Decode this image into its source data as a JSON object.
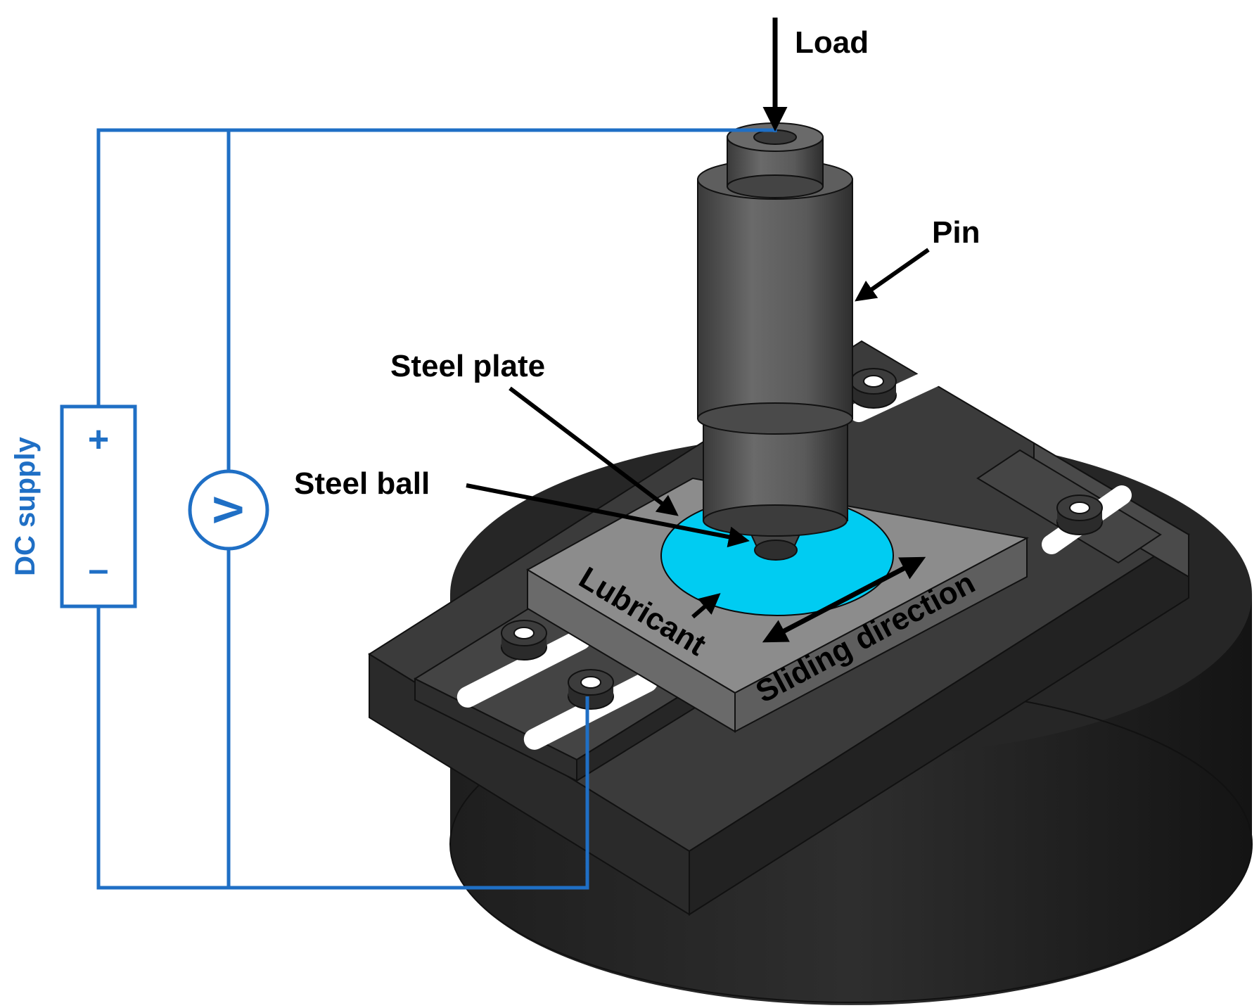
{
  "labels": {
    "load": "Load",
    "pin": "Pin",
    "steel_plate": "Steel plate",
    "steel_ball": "Steel ball",
    "lubricant": "Lubricant",
    "sliding_direction": "Sliding direction",
    "dc_supply": "DC supply",
    "plus": "+",
    "minus": "–",
    "voltmeter": "V"
  },
  "colors": {
    "circuit_blue": "#1f6fc5",
    "lubricant_cyan": "#00ccf2",
    "base_black": "#1a1a1a",
    "plate_grey": "#8a8a8a",
    "pin_grey": "#555555"
  },
  "icons": {
    "voltmeter": "voltmeter-circle-icon",
    "dc_source": "battery-box-icon"
  }
}
